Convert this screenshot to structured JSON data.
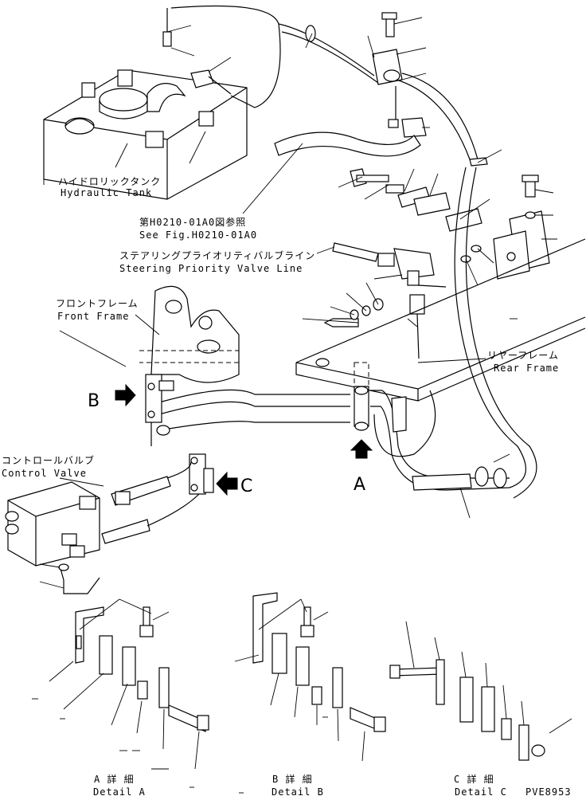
{
  "labels": {
    "hydraulic_tank_jp": "ハイドロリックタンク",
    "hydraulic_tank_en": "Hydraulic Tank",
    "see_fig_jp": "第H0210-01A0図参照",
    "see_fig_en": "See Fig.H0210-01A0",
    "steering_jp": "ステアリングプライオリティバルブライン",
    "steering_en": "Steering Priority Valve Line",
    "front_frame_jp": "フロントフレーム",
    "front_frame_en": "Front Frame",
    "rear_frame_jp": "リヤーフレーム",
    "rear_frame_en": "Rear Frame",
    "control_valve_jp": "コントロールバルブ",
    "control_valve_en": "Control Valve",
    "callout_a": "A",
    "callout_b": "B",
    "callout_c": "C",
    "detail_a_jp": "A 詳 細",
    "detail_a_en": "Detail A",
    "detail_b_jp": "B 詳 細",
    "detail_b_en": "Detail B",
    "detail_c_jp": "C 詳 細",
    "detail_c_en": "Detail C",
    "drawing_code": "PVE8953"
  }
}
